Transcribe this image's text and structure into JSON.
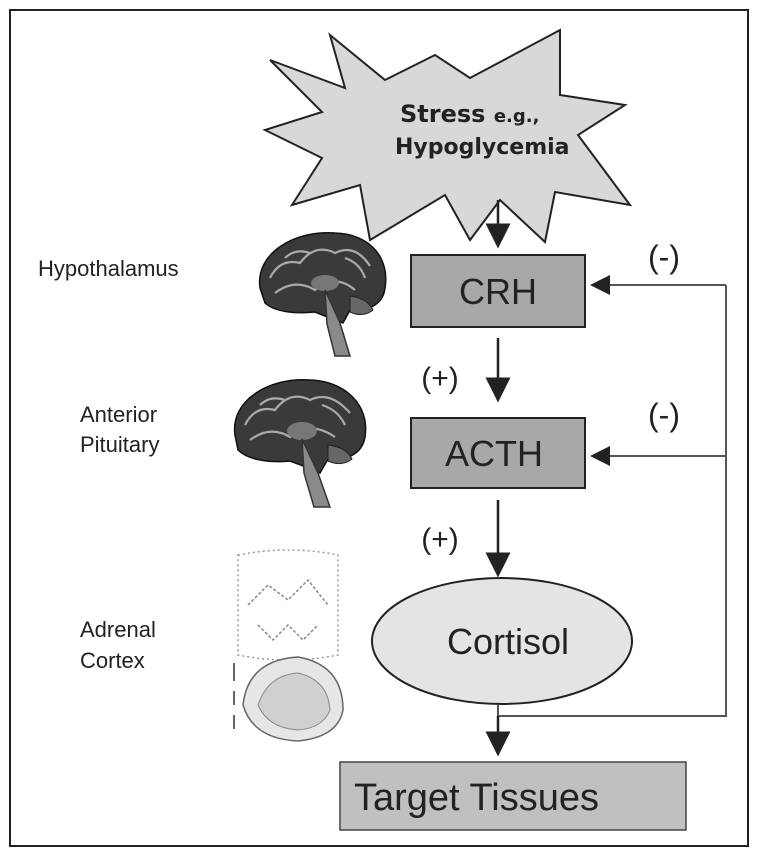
{
  "stress": {
    "line1_main": "Stress",
    "line1_small": "e.g.,",
    "line2": "Hypoglycemia"
  },
  "boxes": {
    "crh": "CRH",
    "acth": "ACTH",
    "cortisol": "Cortisol",
    "target": "Target Tissues"
  },
  "signs": {
    "neg1": "(-)",
    "neg2": "(-)",
    "pos1": "(+)",
    "pos2": "(+)"
  },
  "labels": {
    "hypothalamus": "Hypothalamus",
    "anterior_line1": "Anterior",
    "anterior_line2": "Pituitary",
    "adrenal_line1": "Adrenal",
    "adrenal_line2": "Cortex"
  },
  "colors": {
    "box_fill": "#a8a8a8",
    "star_fill": "#d8d8d8",
    "cortisol_fill": "#e4e4e4",
    "target_fill": "#c0c0c0",
    "stroke": "#333333"
  },
  "icons": {
    "brain_1": "brain-sagittal-icon",
    "brain_2": "brain-sagittal-icon",
    "adrenal": "adrenal-gland-icon"
  }
}
